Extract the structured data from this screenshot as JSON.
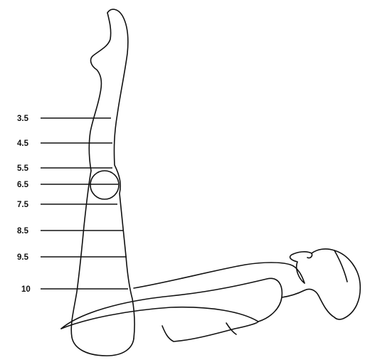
{
  "size_markers": [
    {
      "label": "3.5"
    },
    {
      "label": "4.5"
    },
    {
      "label": "5.5"
    },
    {
      "label": "6.5"
    },
    {
      "label": "7.5"
    },
    {
      "label": "8.5"
    },
    {
      "label": "9.5"
    },
    {
      "label": "10"
    }
  ],
  "colors": {
    "line": "#111111",
    "background": "#ffffff"
  }
}
